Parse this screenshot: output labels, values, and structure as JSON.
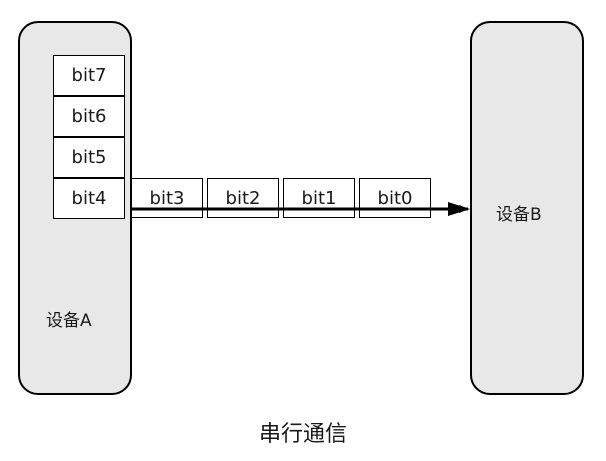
{
  "devices": {
    "a": {
      "label": "设备A"
    },
    "b": {
      "label": "设备B"
    }
  },
  "bits": {
    "bit7": "bit7",
    "bit6": "bit6",
    "bit5": "bit5",
    "bit4": "bit4",
    "bit3": "bit3",
    "bit2": "bit2",
    "bit1": "bit1",
    "bit0": "bit0"
  },
  "caption": "串行通信",
  "colors": {
    "device_fill": "#e8e8e8",
    "stroke": "#000000"
  }
}
